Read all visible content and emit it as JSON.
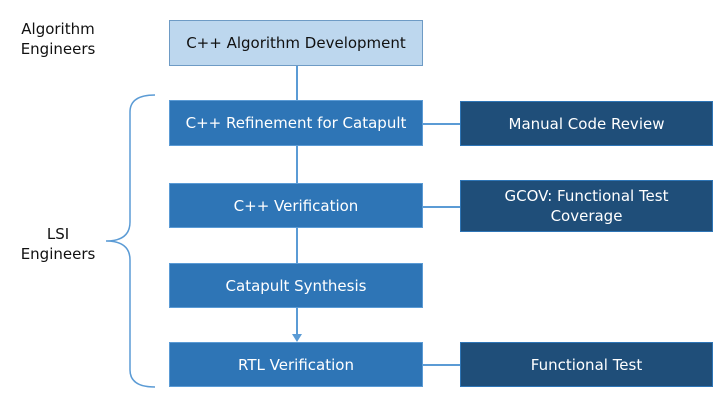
{
  "roles": {
    "algorithm": [
      "Algorithm",
      "Engineers"
    ],
    "lsi": [
      "LSI",
      "Engineers"
    ]
  },
  "flow": [
    "C++ Algorithm Development",
    "C++ Refinement for Catapult",
    "C++ Verification",
    "Catapult Synthesis",
    "RTL Verification"
  ],
  "checks": [
    "Manual Code Review",
    "GCOV: Functional Test Coverage",
    "Functional Test"
  ],
  "colors": {
    "light_box": "#bdd7ee",
    "mid_box": "#2e75b6",
    "dark_box": "#1f4e79",
    "connector": "#5b9bd5"
  }
}
